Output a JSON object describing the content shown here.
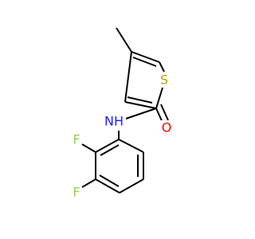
{
  "molecule": {
    "atoms": {
      "sulfur": "S",
      "nitrogen_hydrogen": "NH",
      "oxygen": "O",
      "fluorine_1": "F",
      "fluorine_2": "F"
    },
    "colors": {
      "bond": "#000000",
      "sulfur": "#b8a000",
      "nitrogen": "#2020ff",
      "oxygen": "#ff0000",
      "fluorine": "#90d050"
    }
  }
}
